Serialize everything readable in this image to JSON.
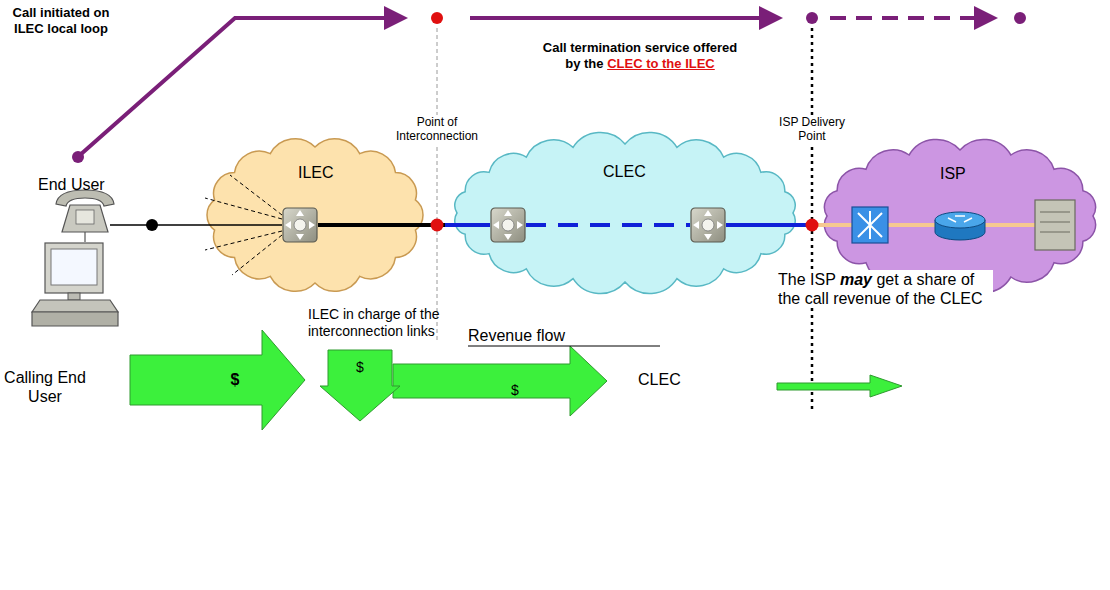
{
  "diagram": {
    "nodes": [
      {
        "text": [
          "ILEC"
        ]
      },
      {
        "text": [
          "CLEC"
        ]
      },
      {
        "text": [
          "ISP"
        ]
      }
    ],
    "edges": [
      {
        "from": 0,
        "to": 1,
        "arrow": "none"
      },
      {
        "from": 1,
        "to": 2,
        "arrow": "none"
      }
    ],
    "labels": [
      "Call initiated on ILEC local loop",
      "Call termination service offered",
      "by the",
      "CLEC to the ILEC",
      "Point of Interconnection",
      "ISP Delivery Point",
      "End User",
      "Revenue flow",
      "The ISP",
      "may",
      "get a share of the call revenue of the CLEC",
      "Calling End User",
      "$",
      "CLEC",
      "$",
      "ILEC in charge of the interconnection links",
      "$"
    ]
  }
}
